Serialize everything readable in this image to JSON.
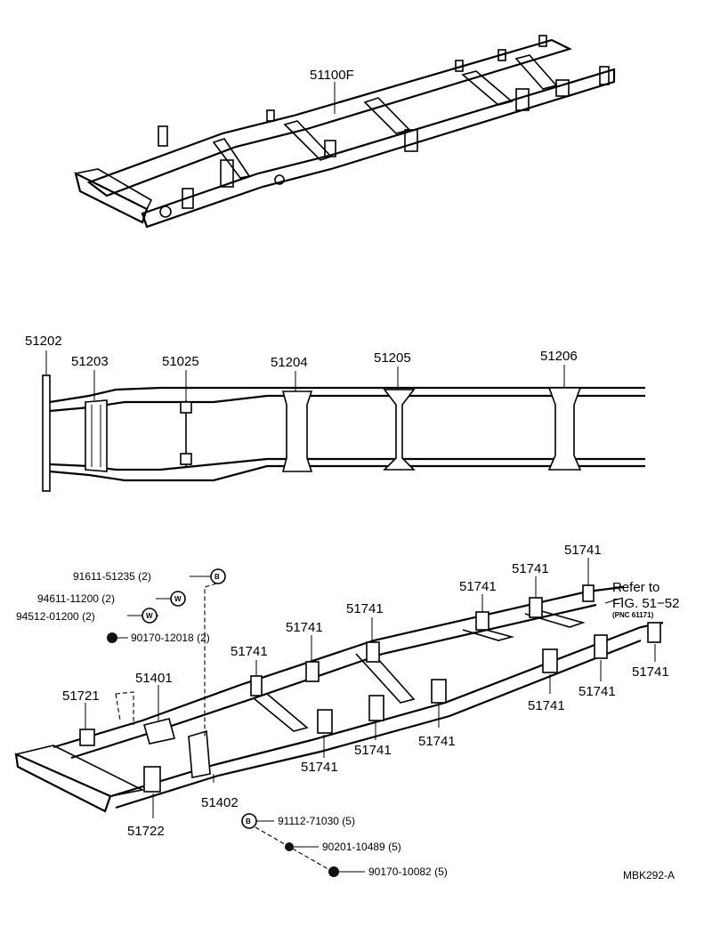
{
  "diagram_code": "MBK292-A",
  "section1": {
    "part_label": "51100F"
  },
  "section2": {
    "labels": {
      "p51202": "51202",
      "p51203": "51203",
      "p51025": "51025",
      "p51204": "51204",
      "p51205": "51205",
      "p51206": "51206"
    }
  },
  "section3": {
    "fasteners_top": [
      {
        "part": "91611-51235 (2)",
        "symbol": "B"
      },
      {
        "part": "94611-11200 (2)",
        "symbol": "W"
      },
      {
        "part": "94512-01200 (2)",
        "symbol": "W"
      },
      {
        "part": "90170-12018 (2)",
        "symbol": "nut"
      }
    ],
    "fasteners_bottom": [
      {
        "part": "91112-71030 (5)",
        "symbol": "B"
      },
      {
        "part": "90201-10489 (5)",
        "symbol": "washer"
      },
      {
        "part": "90170-10082 (5)",
        "symbol": "nut"
      }
    ],
    "labels": {
      "p51721": "51721",
      "p51401": "51401",
      "p51402": "51402",
      "p51722": "51722",
      "p51741": "51741"
    },
    "refer": {
      "line1": "Refer to",
      "line2": "FIG. 51−52",
      "line3": "(PNC 61171)"
    }
  }
}
